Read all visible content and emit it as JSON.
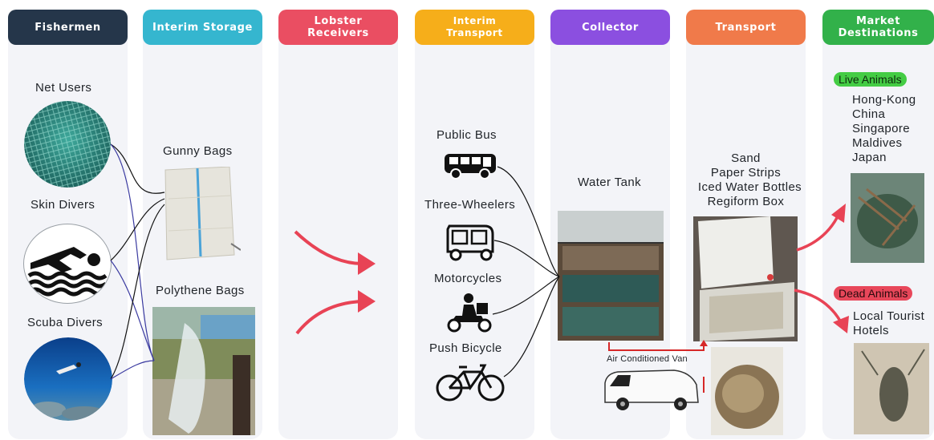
{
  "columns": {
    "fishermen": {
      "title": "Fishermen",
      "color": "#25364a"
    },
    "interim_storage": {
      "title": "Interim Storage",
      "color": "#35b6cf"
    },
    "lobster_receivers": {
      "title": "Lobster\nReceivers",
      "color": "#ea4e62"
    },
    "interim_transport": {
      "title": "Interim\nTransport",
      "color": "#f6ae1a"
    },
    "collector": {
      "title": "Collector",
      "color": "#8b4fe0"
    },
    "transport": {
      "title": "Transport",
      "color": "#f07a4a"
    },
    "market_destinations": {
      "title": "Market\nDestinations",
      "color": "#32b14a"
    }
  },
  "fishermen": {
    "net_users": "Net Users",
    "skin_divers": "Skin Divers",
    "scuba_divers": "Scuba Divers"
  },
  "interim_storage": {
    "gunny_bags": "Gunny Bags",
    "polythene_bags": "Polythene Bags"
  },
  "interim_transport": {
    "public_bus": "Public Bus",
    "three_wheelers": "Three-Wheelers",
    "motorcycles": "Motorcycles",
    "push_bicycle": "Push Bicycle"
  },
  "collector": {
    "water_tank": "Water Tank",
    "van_label": "Air Conditioned Van"
  },
  "transport": {
    "items": [
      "Sand",
      "Paper Strips",
      "Iced Water Bottles",
      "Regiform Box"
    ]
  },
  "market": {
    "live_badge": "Live Animals",
    "live_color": "#44cc44",
    "live_destinations": [
      "Hong-Kong",
      "China",
      "Singapore",
      "Maldives",
      "Japan"
    ],
    "dead_badge": "Dead Animals",
    "dead_color": "#e8475a",
    "dead_destinations": [
      "Local Tourist",
      "Hotels"
    ]
  },
  "icons": [
    "net-photo",
    "swimmer-icon",
    "scuba-photo",
    "bus-icon",
    "tuktuk-icon",
    "motorcycle-icon",
    "bicycle-icon",
    "van-icon"
  ]
}
